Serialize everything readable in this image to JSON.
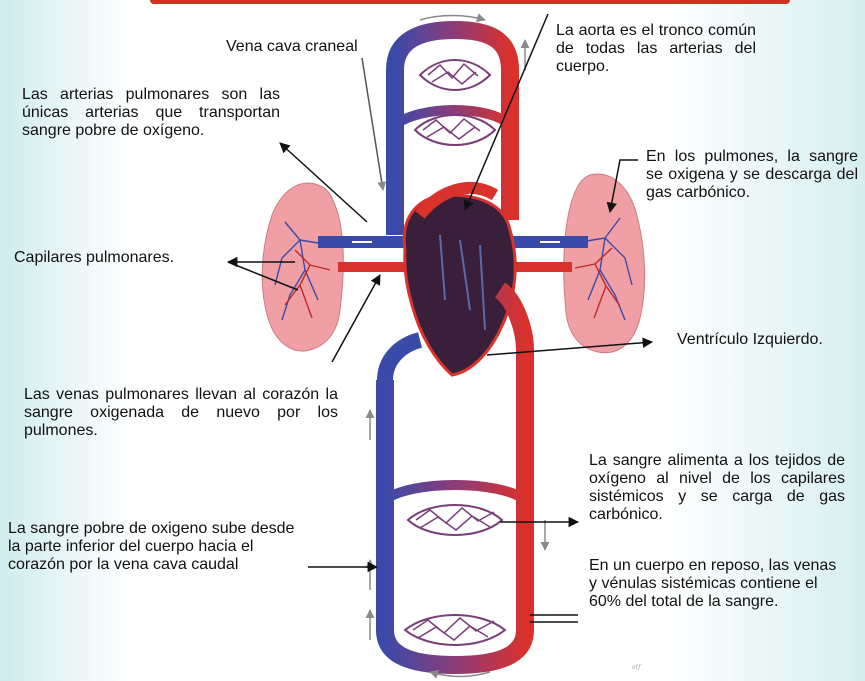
{
  "labels": {
    "vena_cava_craneal": "Vena cava craneal",
    "aorta": "La aorta es el tronco común de todas las arterias del cuerpo.",
    "arterias_pulmonares": "Las arterias pulmonares son las únicas arterias que transportan sangre pobre de oxígeno.",
    "pulmones": "En los pulmones, la sangre se oxigena y se descarga del gas carbónico.",
    "capilares_pulmonares": "Capilares pulmonares.",
    "ventriculo_izquierdo": "Ventrículo Izquierdo.",
    "venas_pulmonares": "Las venas pulmonares llevan al corazón la sangre oxigenada de nuevo por los pulmones.",
    "sangre_alimenta": "La sangre alimenta a los tejidos de oxígeno al nivel de los capilares sistémicos y se carga de gas carbónico.",
    "sangre_pobre": "La sangre pobre de oxigeno sube desde la parte inferior del cuerpo hacia el corazón por la vena cava caudal",
    "cuerpo_reposo": "En un cuerpo en reposo, las venas y vénulas sistémicas contiene el 60% del total de la sangre."
  },
  "colors": {
    "oxygenated": "#d9312b",
    "deoxygenated": "#3a4aa8",
    "lung": "#f0a0a4",
    "heart": "#3a1f3a"
  }
}
